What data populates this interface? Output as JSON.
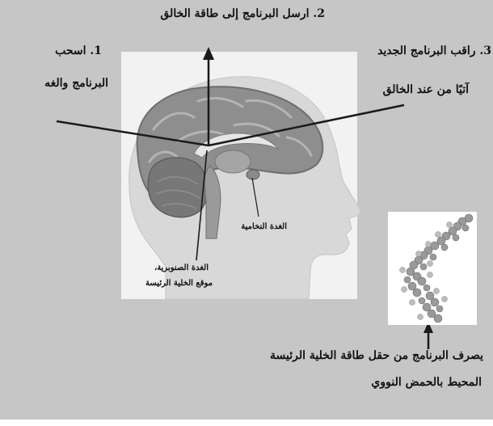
{
  "steps": {
    "step2": "2. ارسل البرنامج إلى طاقة الخالق",
    "step1_line1": "1. اسحب",
    "step1_line2": "البرنامج والغه",
    "step3_line1": "3. راقب البرنامج الجديد",
    "step3_line2": "آتيًا من عند الخالق"
  },
  "brain_labels": {
    "pineal_line1": "الغدة الصنوبرية،",
    "pineal_line2": "موقع الخلية الرئيسة",
    "pituitary": "الغدة النخامية"
  },
  "dna_caption": {
    "line1": "يصرف البرنامج من حقل طاقة الخلية الرئيسة",
    "line2": "المحيط بالحمض النووي"
  },
  "colors": {
    "background": "#c6c6c6",
    "panel": "#f2f2f2",
    "head": "#d8d8d8",
    "brain": "#8e8e8e",
    "arrow": "#1a1a1a"
  },
  "icons": [
    "head-silhouette-icon",
    "brain-icon",
    "dna-helix-icon",
    "up-arrow-icon"
  ]
}
